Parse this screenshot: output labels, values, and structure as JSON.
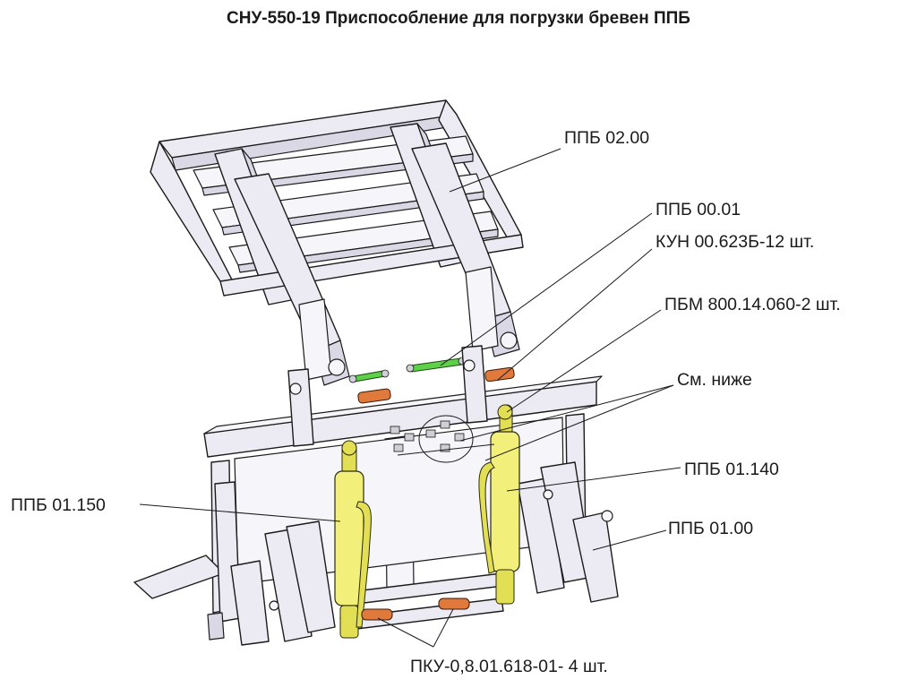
{
  "title": "СНУ-550-19 Приспособление для погрузки бревен ППБ",
  "callouts": [
    {
      "text": "ППБ 02.00"
    },
    {
      "text": "ППБ 00.01"
    },
    {
      "text": "КУН 00.623Б-12 шт."
    },
    {
      "text": "ПБМ 800.14.060-2 шт."
    },
    {
      "text": "См.  ниже"
    },
    {
      "text": "ППБ 01.140"
    },
    {
      "text": "ППБ 01.150"
    },
    {
      "text": "ППБ 01.00"
    },
    {
      "text": "ПКУ-0,8.01.618-01- 4 шт."
    }
  ],
  "colors": {
    "frame": "#ecebf3",
    "cylinder": "#f2ef7a",
    "pin_orange": "#e07a3c",
    "pin_green": "#5fd04a"
  }
}
